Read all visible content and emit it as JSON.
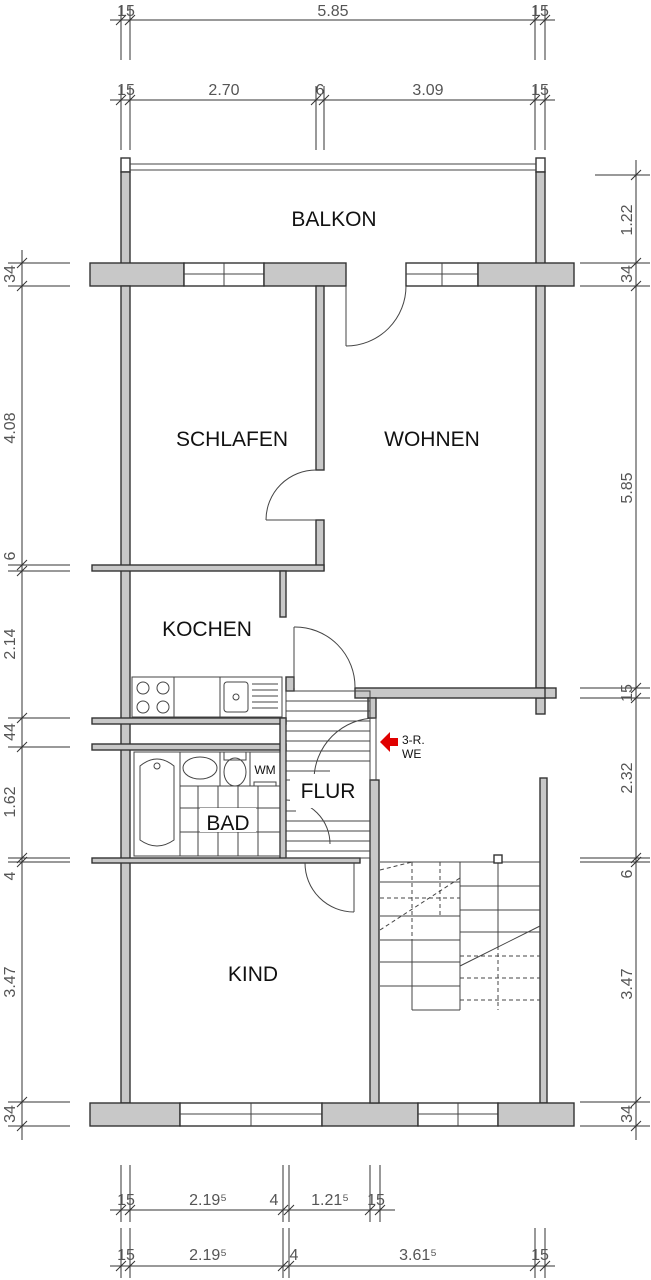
{
  "dimensions": {
    "top_row1": [
      "15",
      "5.85",
      "15"
    ],
    "top_row2": [
      "15",
      "2.70",
      "6",
      "3.09",
      "15"
    ],
    "left": [
      "34",
      "4.08",
      "6",
      "2.14",
      "44",
      "1.62",
      "4",
      "3.47",
      "34"
    ],
    "right": [
      "1.22",
      "34",
      "5.85",
      "15",
      "2.32",
      "6",
      "3.47",
      "34"
    ],
    "bottom_row1": [
      "15",
      "2.19⁵",
      "4",
      "1.21⁵",
      "15"
    ],
    "bottom_row2": [
      "15",
      "2.19⁵",
      "4",
      "3.61⁵",
      "15"
    ]
  },
  "rooms": {
    "balkon": "BALKON",
    "schlafen": "SCHLAFEN",
    "wohnen": "WOHNEN",
    "kochen": "KOCHEN",
    "flur": "FLUR",
    "bad": "BAD",
    "kind": "KIND"
  },
  "fixtures": {
    "wm": "WM"
  },
  "entrance": {
    "line1": "3-R.",
    "line2": "WE",
    "arrow_color": "#e00000"
  },
  "colors": {
    "wall_fill": "#c8c8c8",
    "line": "#333333"
  }
}
